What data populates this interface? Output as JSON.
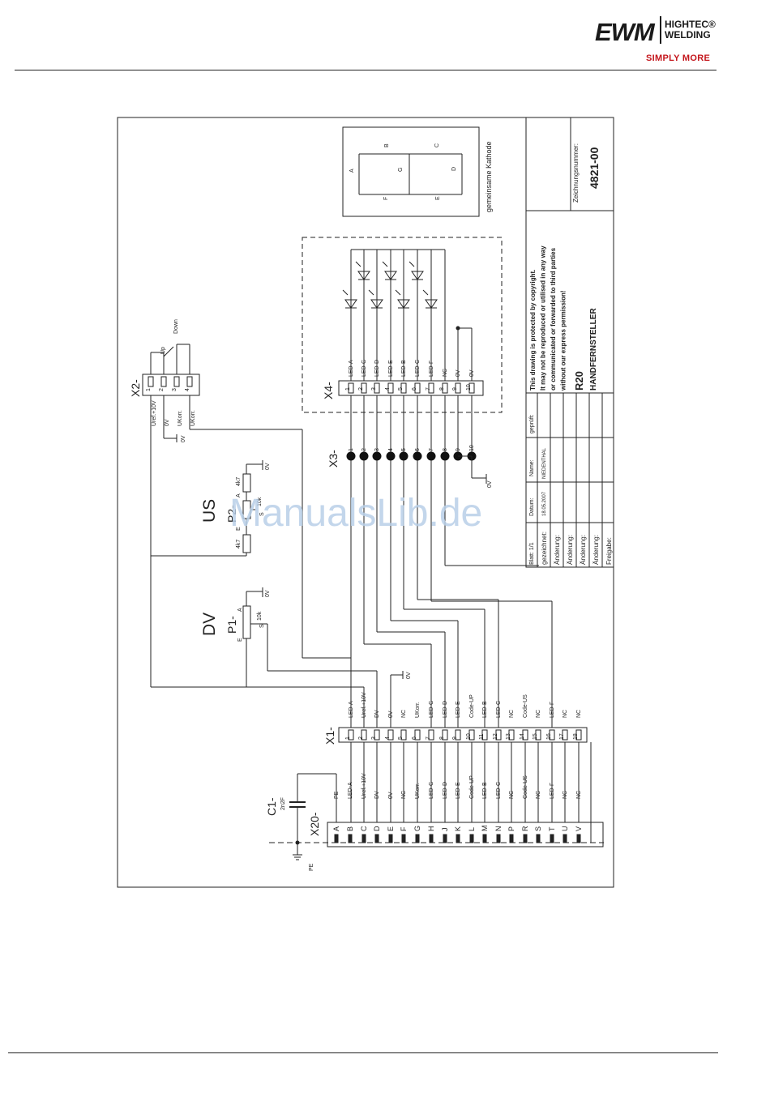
{
  "logo": {
    "brand": "EWM",
    "line1": "HIGHTEC®",
    "line2": "WELDING",
    "slogan": "SIMPLY MORE"
  },
  "watermark": "ManualsLib.de",
  "display": {
    "caption": "gemeinsame Kathode",
    "segments": [
      "A",
      "B",
      "C",
      "D",
      "E",
      "F",
      "G"
    ]
  },
  "x4": {
    "name": "X4-",
    "pins": [
      "1",
      "2",
      "3",
      "4",
      "5",
      "6",
      "7",
      "8",
      "9",
      "10"
    ],
    "labels": [
      "LED-A",
      "LED-G",
      "LED-D",
      "LED-E",
      "LED-B",
      "LED-C",
      "LED-F",
      "NC",
      "0V",
      "0V"
    ]
  },
  "x3": {
    "name": "X3-",
    "pins": [
      "1",
      "2",
      "3",
      "4",
      "5",
      "6",
      "7",
      "8",
      "9",
      "10"
    ],
    "ground": "0V"
  },
  "x2": {
    "name": "X2-",
    "pins": [
      "1",
      "2",
      "3",
      "4"
    ],
    "labels": [
      "Uref.+10V",
      "0V",
      "UKorr.",
      "UKorr."
    ],
    "up": "Up",
    "down": "Down",
    "ground": "0V"
  },
  "p2": {
    "section": "US",
    "name": "P2-",
    "res_top": "4k7",
    "res_bottom": "4k7",
    "pot": "10k",
    "pin_a": "A",
    "pin_e": "E",
    "pin_s": "S",
    "ground": "0V"
  },
  "p1": {
    "section": "DV",
    "name": "P1-",
    "pot": "10k",
    "pin_a": "A",
    "pin_e": "E",
    "pin_s": "S",
    "ground": "0V"
  },
  "x1": {
    "name": "X1-",
    "pins": [
      "1",
      "2",
      "3",
      "4",
      "5",
      "6",
      "7",
      "8",
      "9",
      "10",
      "11",
      "12",
      "13",
      "14",
      "15",
      "16",
      "17",
      "18"
    ],
    "labels": [
      "LED-A",
      "Uref.+10V",
      "DV",
      "0V",
      "NC",
      "UKorr.",
      "LED-G",
      "LED-D",
      "LED-E",
      "Code-UP",
      "LED-B",
      "LED-C",
      "NC",
      "Code-US",
      "NC",
      "LED-F",
      "NC",
      "NC"
    ],
    "ground": "0V"
  },
  "x20": {
    "name": "X20-",
    "pins": [
      "A",
      "B",
      "C",
      "D",
      "E",
      "F",
      "G",
      "H",
      "J",
      "K",
      "L",
      "M",
      "N",
      "P",
      "R",
      "S",
      "T",
      "U",
      "V"
    ],
    "labels": [
      "PE",
      "LED-A",
      "Uref.+10V",
      "DV",
      "0V",
      "NC",
      "UKorr.",
      "LED-G",
      "LED-D",
      "LED-E",
      "Code-UP",
      "LED-B",
      "LED-C",
      "NC",
      "Code-US",
      "NC",
      "LED-F",
      "NC",
      "NC"
    ]
  },
  "c1": {
    "name": "C1-",
    "value": "2n2F",
    "pe": "PE"
  },
  "titleblock": {
    "copyright": [
      "This drawing is protected by copyright.",
      "It may not be reproduced or utilised in any way",
      "or communicated or forwarded to third parties",
      "without our express permission!"
    ],
    "code": "R20",
    "title": "HANDFERNSTELLER",
    "zeichnungsnummer_label": "Zeichnungsnummer:",
    "zeichnungsnummer": "4821-00",
    "blatt": "Blatt: 1/1",
    "col_datum": "Datum:",
    "col_name": "Name:",
    "col_gepr": "geprüft:",
    "rows": [
      "gezeichnet:",
      "Änderung:",
      "Änderung:",
      "Änderung:",
      "Änderung:",
      "Freigabe:"
    ],
    "drawn_date": "18.05.2007",
    "drawn_name": "NIEDENTHAL"
  }
}
